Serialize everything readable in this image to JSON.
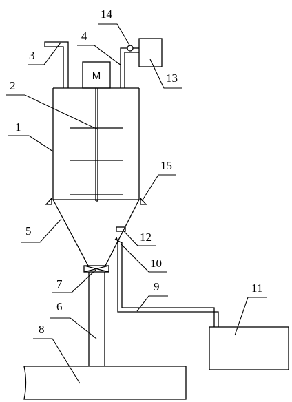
{
  "motor_label": "M",
  "callouts": {
    "n1": "1",
    "n2": "2",
    "n3": "3",
    "n4": "4",
    "n5": "5",
    "n6": "6",
    "n7": "7",
    "n8": "8",
    "n9": "9",
    "n10": "10",
    "n11": "11",
    "n12": "12",
    "n13": "13",
    "n14": "14",
    "n15": "15"
  }
}
